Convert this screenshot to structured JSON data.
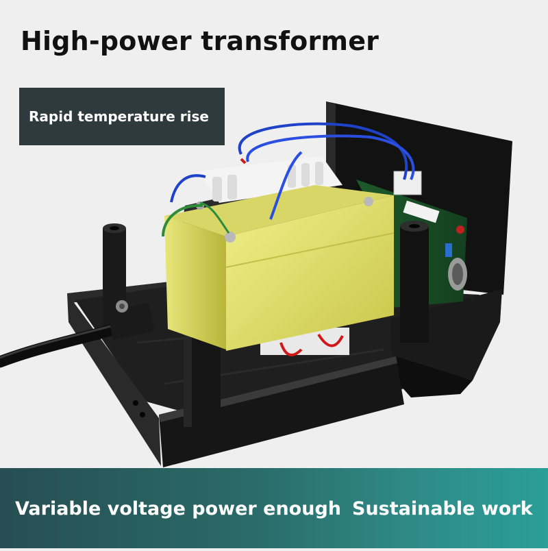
{
  "headline": "High-power transformer",
  "badge": {
    "text": "Rapid temperature rise"
  },
  "footer": {
    "left": "Variable voltage power enough",
    "right": "Sustainable work"
  },
  "colors": {
    "background": "#efefef",
    "badge": "#2e3a3b",
    "footer_start": "#274e52",
    "footer_end": "#2b9e98",
    "transformer_tape": "#e6e574",
    "housing": "#1a1a1a",
    "pcb": "#1e5a2c",
    "wire_blue": "#1f43c8",
    "wire_green": "#2e8b3a",
    "wire_red": "#d01818"
  }
}
